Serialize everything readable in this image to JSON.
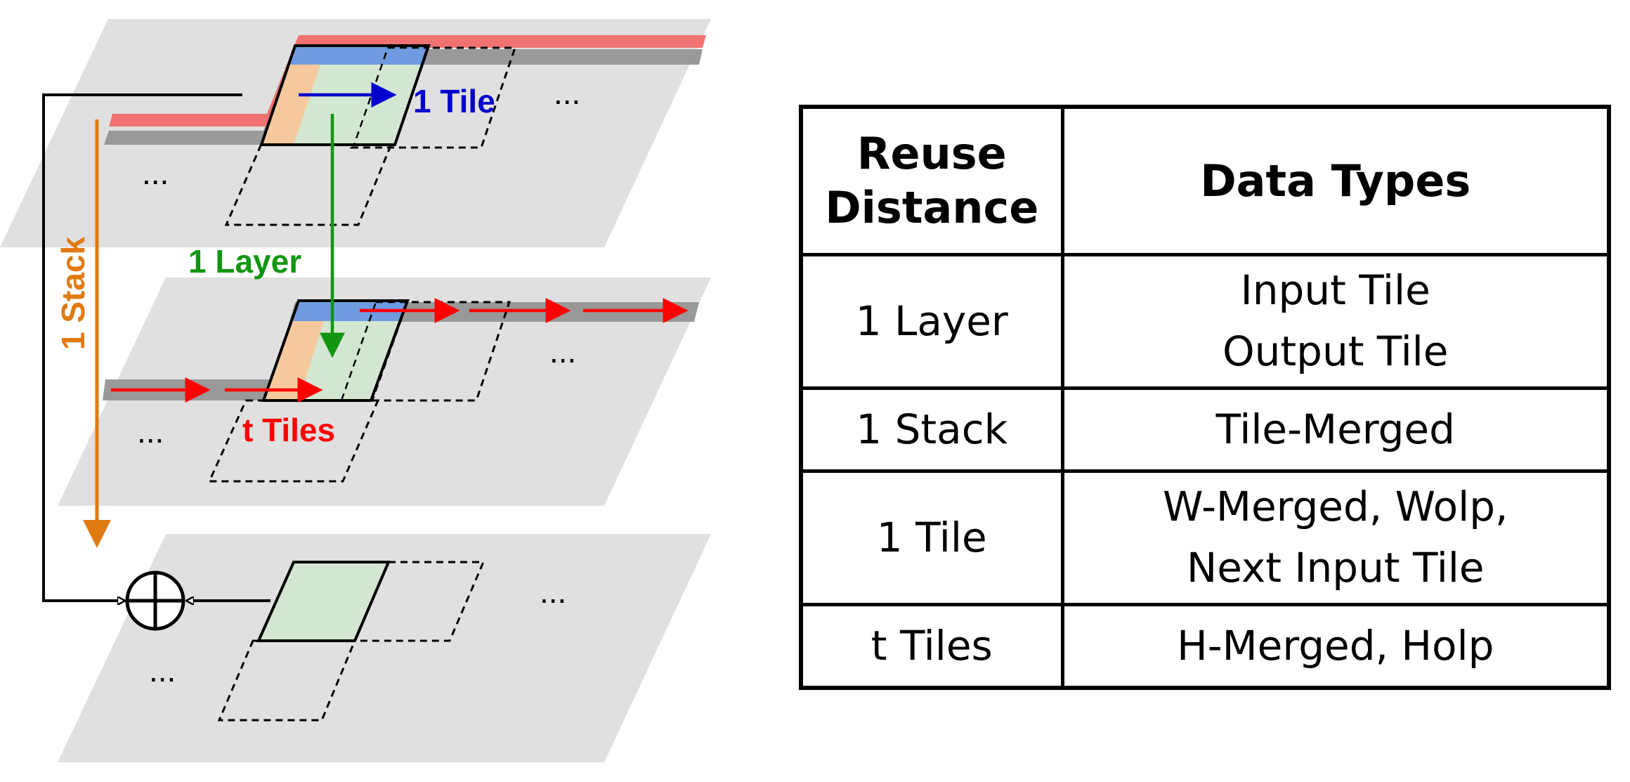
{
  "diagram": {
    "labels": {
      "one_tile": "1 Tile",
      "one_layer": "1 Layer",
      "one_stack": "1 Stack",
      "t_tiles": "t Tiles"
    },
    "ellipsis": "...",
    "colors": {
      "layer_plane": "#e0e0e0",
      "row_band": "#999999",
      "row_band_highlight": "#f07272",
      "tile_top": "#6f9be0",
      "tile_left": "#f6c99d",
      "tile_body": "#d3e6d1",
      "one_tile_arrow": "#0000cc",
      "one_layer_arrow": "#129612",
      "one_stack_arrow": "#e07a12",
      "t_tiles_arrow": "#ff0000"
    }
  },
  "table": {
    "headers": [
      [
        "Reuse",
        "Distance"
      ],
      [
        "Data Types"
      ]
    ],
    "rows": [
      {
        "distance": "1 Layer",
        "types": [
          "Input Tile",
          "Output Tile"
        ]
      },
      {
        "distance": "1 Stack",
        "types": [
          "Tile-Merged"
        ]
      },
      {
        "distance": "1 Tile",
        "types": [
          "W-Merged, Wolp,",
          "Next Input Tile"
        ]
      },
      {
        "distance": "t Tiles",
        "types": [
          "H-Merged, Holp"
        ]
      }
    ]
  }
}
